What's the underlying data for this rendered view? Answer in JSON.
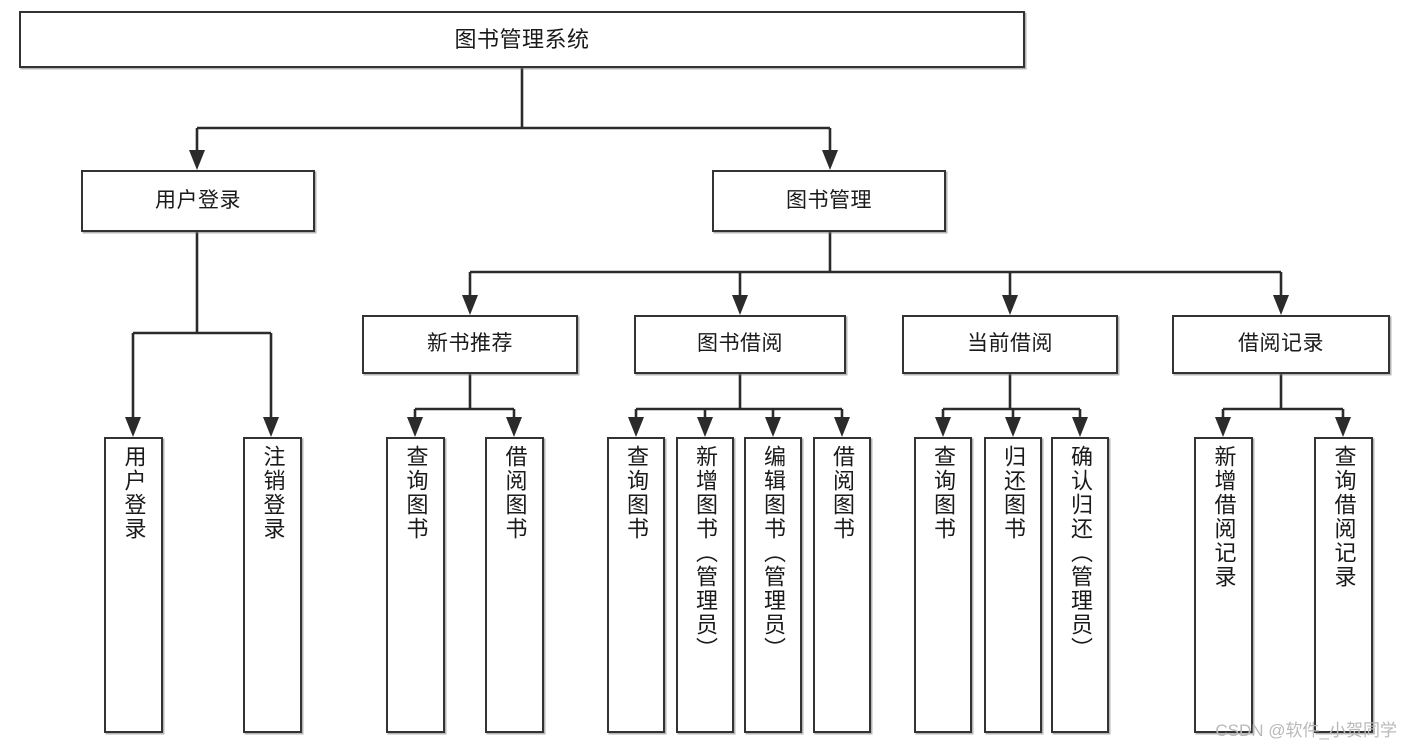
{
  "diagram": {
    "title": "图书管理系统",
    "type": "functional-structure-tree",
    "orientation": "top-down",
    "levels": 4,
    "colors": {
      "box_border": "#333333",
      "box_fill": "#ffffff",
      "connector": "#2b2b2b",
      "text": "#1a1a1a",
      "watermark": "#b9b9b9",
      "background": "#ffffff"
    }
  },
  "nodes": {
    "root": {
      "label": "图书管理系统",
      "level": 1
    },
    "level2": [
      {
        "id": "user-login",
        "label": "用户登录"
      },
      {
        "id": "book-management",
        "label": "图书管理"
      }
    ],
    "level3": [
      {
        "id": "new-book-recommend",
        "label": "新书推荐",
        "parent": "book-management"
      },
      {
        "id": "book-borrow",
        "label": "图书借阅",
        "parent": "book-management"
      },
      {
        "id": "current-borrow",
        "label": "当前借阅",
        "parent": "book-management"
      },
      {
        "id": "borrow-record",
        "label": "借阅记录",
        "parent": "book-management"
      }
    ],
    "leaves": {
      "user-login": [
        {
          "id": "leaf-user-login",
          "label": "用户登录"
        },
        {
          "id": "leaf-user-logout",
          "label": "注销登录"
        }
      ],
      "new-book-recommend": [
        {
          "id": "leaf-query-book-1",
          "label": "查询图书"
        },
        {
          "id": "leaf-borrow-book-1",
          "label": "借阅图书"
        }
      ],
      "book-borrow": [
        {
          "id": "leaf-query-book-2",
          "label": "查询图书"
        },
        {
          "id": "leaf-add-book",
          "label": "新增图书（管理员）"
        },
        {
          "id": "leaf-edit-book",
          "label": "编辑图书（管理员）"
        },
        {
          "id": "leaf-borrow-book-2",
          "label": "借阅图书"
        }
      ],
      "current-borrow": [
        {
          "id": "leaf-query-book-3",
          "label": "查询图书"
        },
        {
          "id": "leaf-return-book",
          "label": "归还图书"
        },
        {
          "id": "leaf-confirm-return",
          "label": "确认归还（管理员）"
        }
      ],
      "borrow-record": [
        {
          "id": "leaf-add-record",
          "label": "新增借阅记录"
        },
        {
          "id": "leaf-query-record",
          "label": "查询借阅记录"
        }
      ]
    }
  },
  "watermark": {
    "text": "CSDN @软件_小贺同学"
  }
}
